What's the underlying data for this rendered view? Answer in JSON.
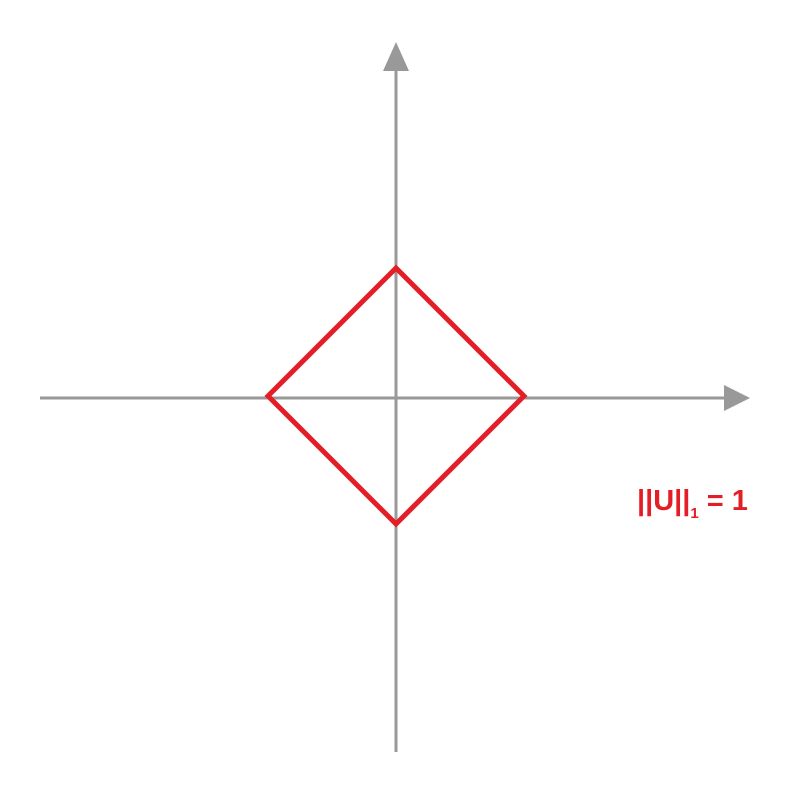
{
  "label": {
    "prefix": "||U||",
    "subscript": "1",
    "suffix": " = 1"
  },
  "colors": {
    "axes": "#999999",
    "shape": "#e41e26",
    "label": "#e41e26"
  },
  "shape": {
    "type": "diamond",
    "vertices": [
      [
        0,
        1
      ],
      [
        1,
        0
      ],
      [
        0,
        -1
      ],
      [
        -1,
        0
      ]
    ]
  }
}
